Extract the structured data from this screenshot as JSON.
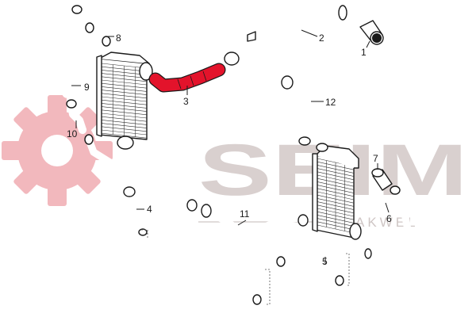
{
  "colors": {
    "highlight": "#e3132b",
    "watermark_gear": "#f2b8bd",
    "watermark_text": "#d9d0cf",
    "watermark_sub": "#cfc6c5",
    "line": "#1a1a1a"
  },
  "watermark": {
    "brand": "SEIM",
    "sub": "AKWEL"
  },
  "callouts": [
    {
      "id": "1",
      "label": "1"
    },
    {
      "id": "2",
      "label": "2"
    },
    {
      "id": "3",
      "label": "3"
    },
    {
      "id": "4",
      "label": "4"
    },
    {
      "id": "5",
      "label": "5"
    },
    {
      "id": "6",
      "label": "6"
    },
    {
      "id": "7",
      "label": "7"
    },
    {
      "id": "8",
      "label": "8"
    },
    {
      "id": "9",
      "label": "9"
    },
    {
      "id": "10",
      "label": "10"
    },
    {
      "id": "11",
      "label": "11"
    },
    {
      "id": "12",
      "label": "12"
    }
  ],
  "highlighted_part": "3"
}
